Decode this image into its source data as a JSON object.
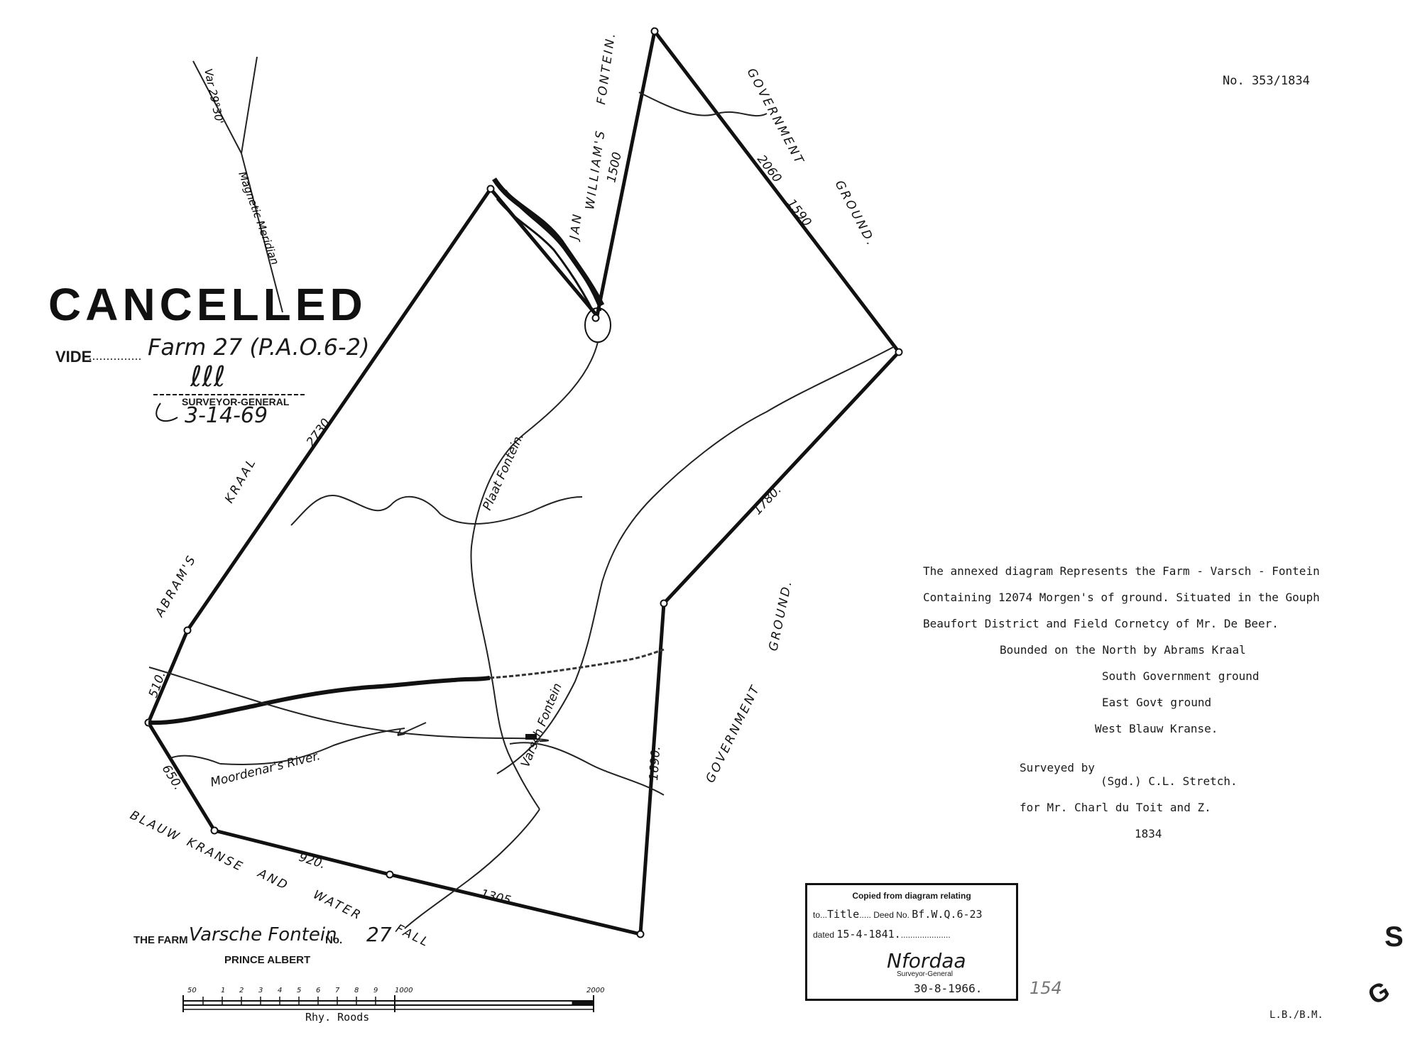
{
  "document_number": "No. 353/1834",
  "cancellation": {
    "title": "CANCELLED",
    "vide_label": "VIDE",
    "vide_reference": "Farm 27 (P.A.O.6-2)",
    "signature_role": "SURVEYOR-GENERAL",
    "date": "3-14-69"
  },
  "meridian": {
    "variation": "Var 29°30'",
    "label": "Magnetic Meridian"
  },
  "boundary_lengths": [
    "2730.",
    "1500",
    "2060",
    "1590",
    "1780.",
    "1690.",
    "1305.",
    "920.",
    "650.",
    "510."
  ],
  "neighbours": {
    "north_west": [
      "ABRAM'S",
      "KRAAL"
    ],
    "north": [
      "JAN",
      "WILLIAM'S",
      "FONTEIN."
    ],
    "north_east": [
      "GOVERNMENT",
      "GROUND."
    ],
    "east": [
      "GROUND.",
      "GOVERNMENT"
    ],
    "south_west": [
      "BLAUW",
      "KRANSE",
      "AND",
      "WATER",
      "FALL"
    ]
  },
  "features": {
    "stream_1": "Plaat Fontein.",
    "stream_2": "Varsch Fontein",
    "river": "Moordenar's River."
  },
  "description_lines": [
    "The annexed diagram  Represents the Farm  - Varsch - Fontein",
    "Containing 12074 Morgen's of ground.  Situated in the Gouph",
    "Beaufort District  and Field Cornetcy of Mr. De Beer.",
    "Bounded on the North by Abrams Kraal",
    "South Government ground",
    "East Govŧ ground",
    "West Blauw Kranse.",
    "Surveyed by",
    "(Sgd.) C.L. Stretch.",
    "for Mr. Charl du Toit and Z.",
    "1834"
  ],
  "farm": {
    "label": "THE FARM",
    "name": "Varsche Fontein",
    "no_label": "No.",
    "number": "27",
    "district": "PRINCE ALBERT"
  },
  "scale": {
    "tick_labels": [
      "50",
      "1",
      "2",
      "3",
      "4",
      "5",
      "6",
      "7",
      "8",
      "9",
      "1000",
      "2000"
    ],
    "unit": "Rhy.  Roods"
  },
  "stamp": {
    "heading": "Copied from diagram relating",
    "to_label": "to",
    "to_value": "Title",
    "deed_label": "Deed No.",
    "deed_value": "Bf.W.Q.6-23",
    "dated_label": "dated",
    "dated_value": "15-4-1841.",
    "signature": "Nfordaa",
    "role": "Surveyor-General",
    "date": "30-8-1966."
  },
  "marks": {
    "pencil": "154",
    "initials": "L.B./B.M.",
    "letter_s": "S",
    "letter_g": "G"
  }
}
